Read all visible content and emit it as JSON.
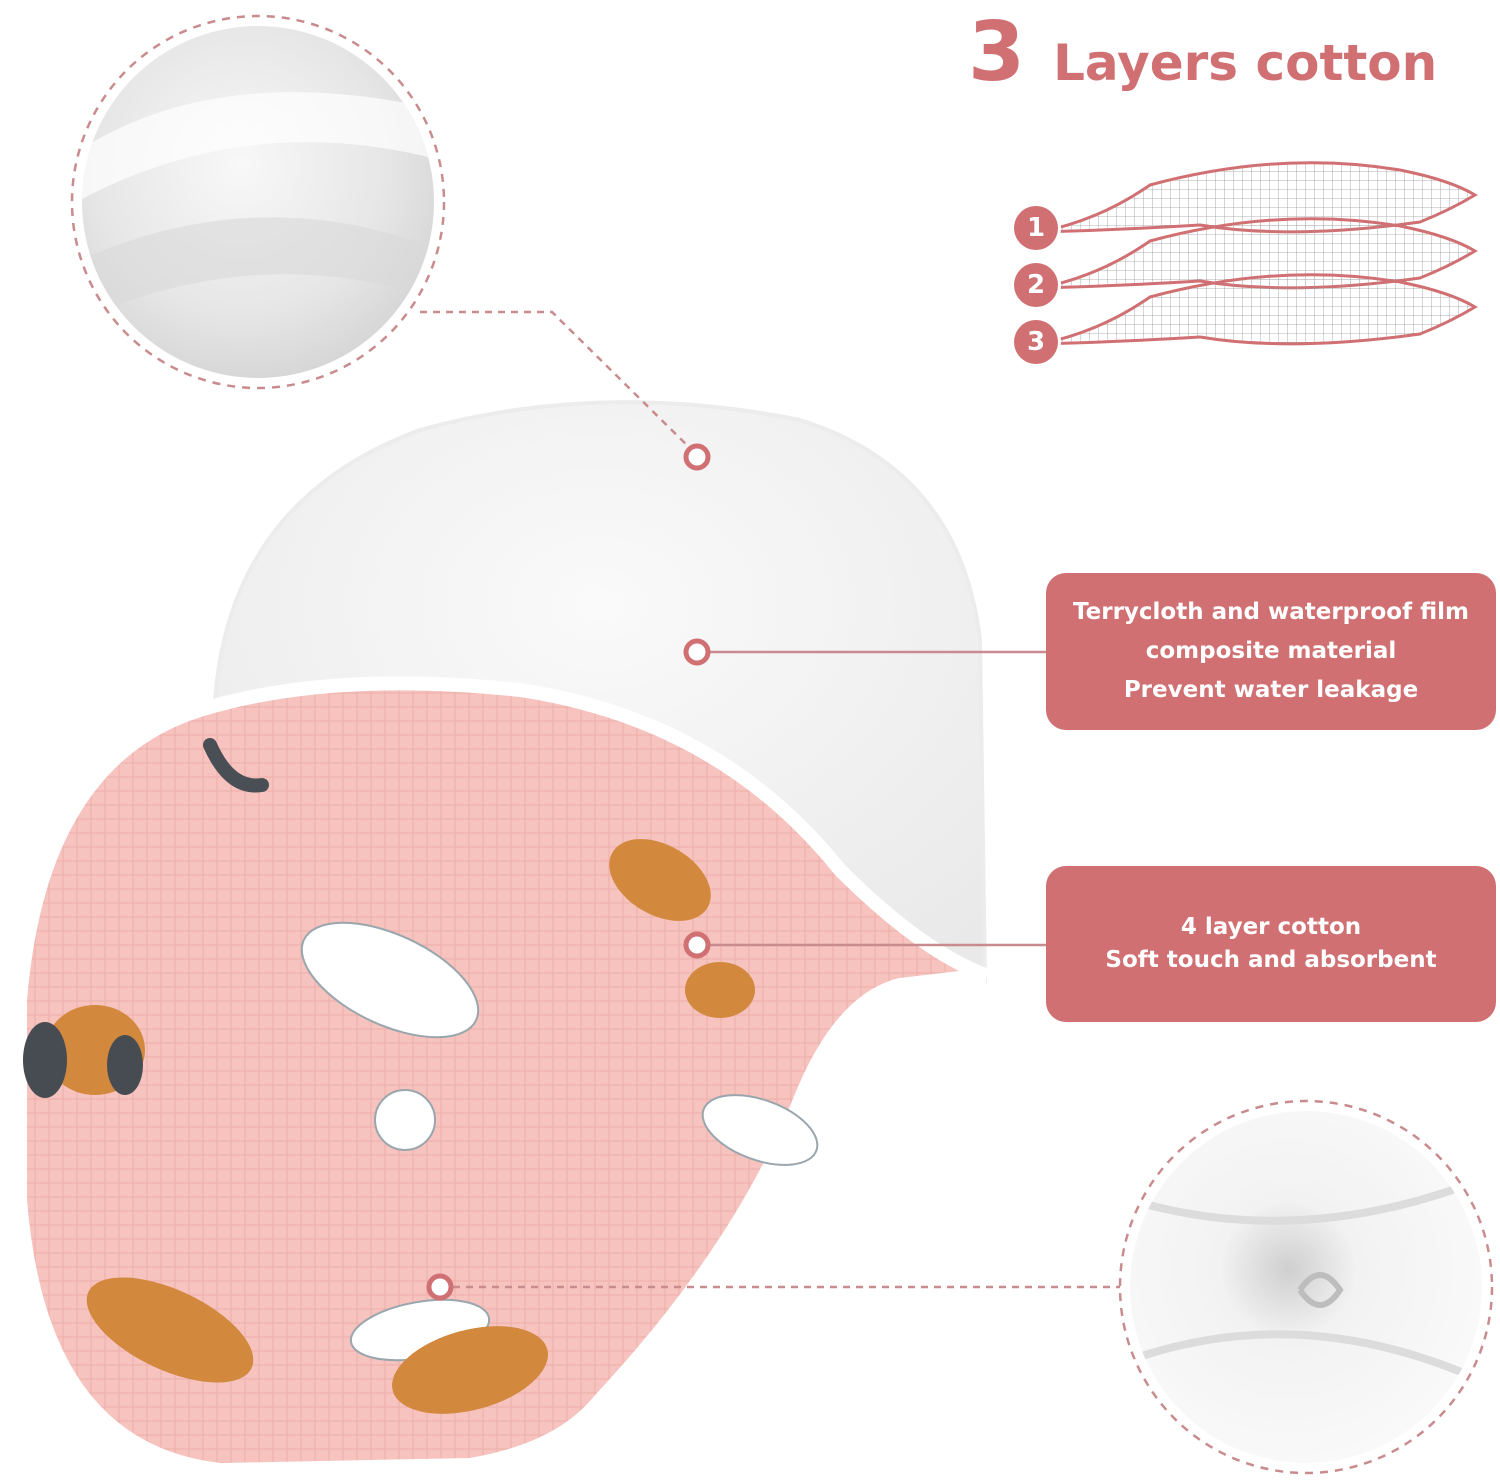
{
  "header": {
    "number": "3",
    "title": "Layers cotton"
  },
  "layers": [
    {
      "label": "1"
    },
    {
      "label": "2"
    },
    {
      "label": "3"
    }
  ],
  "callouts": [
    {
      "lines": [
        "Terrycloth and waterproof film",
        "composite material",
        "Prevent water leakage"
      ]
    },
    {
      "lines": [
        "4 layer cotton",
        "Soft touch and absorbent"
      ]
    }
  ],
  "colors": {
    "accent": "#d07073",
    "fabric_pink": "#f6c3bf",
    "terry_white": "#f4f4f4"
  }
}
